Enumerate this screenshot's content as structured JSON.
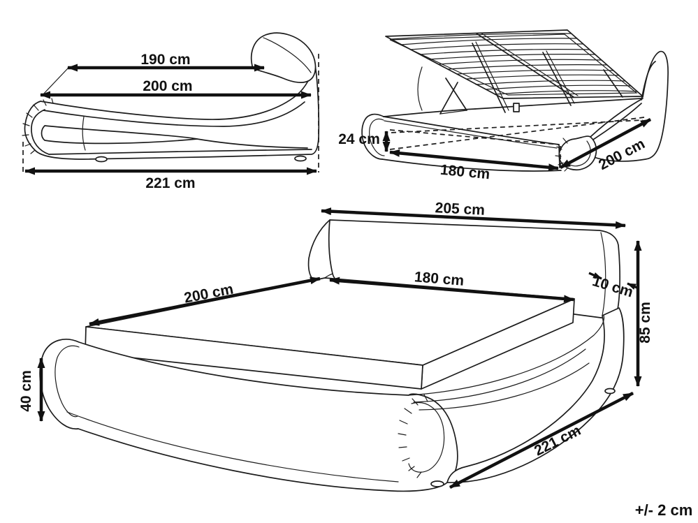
{
  "diagram": {
    "title": "bed-dimensions-technical-diagram",
    "background": "#ffffff",
    "line_color": "#1c1c1c",
    "tolerance_note": "+/- 2 cm",
    "views": {
      "side_profile": {
        "label": "side profile view",
        "dims": {
          "sleep_surface": "190 cm",
          "mattress_length": "200 cm",
          "overall_length": "221 cm"
        }
      },
      "open_storage": {
        "label": "open storage lift view",
        "dims": {
          "storage_depth": "24 cm",
          "storage_width": "180 cm",
          "storage_length": "200 cm"
        }
      },
      "perspective": {
        "label": "front perspective view",
        "dims": {
          "headboard_width": "205 cm",
          "length": "200 cm",
          "width": "180 cm",
          "headboard_depth": "10 cm",
          "headboard_height": "85 cm",
          "foot_height": "40 cm",
          "overall_length": "221 cm"
        }
      }
    }
  }
}
